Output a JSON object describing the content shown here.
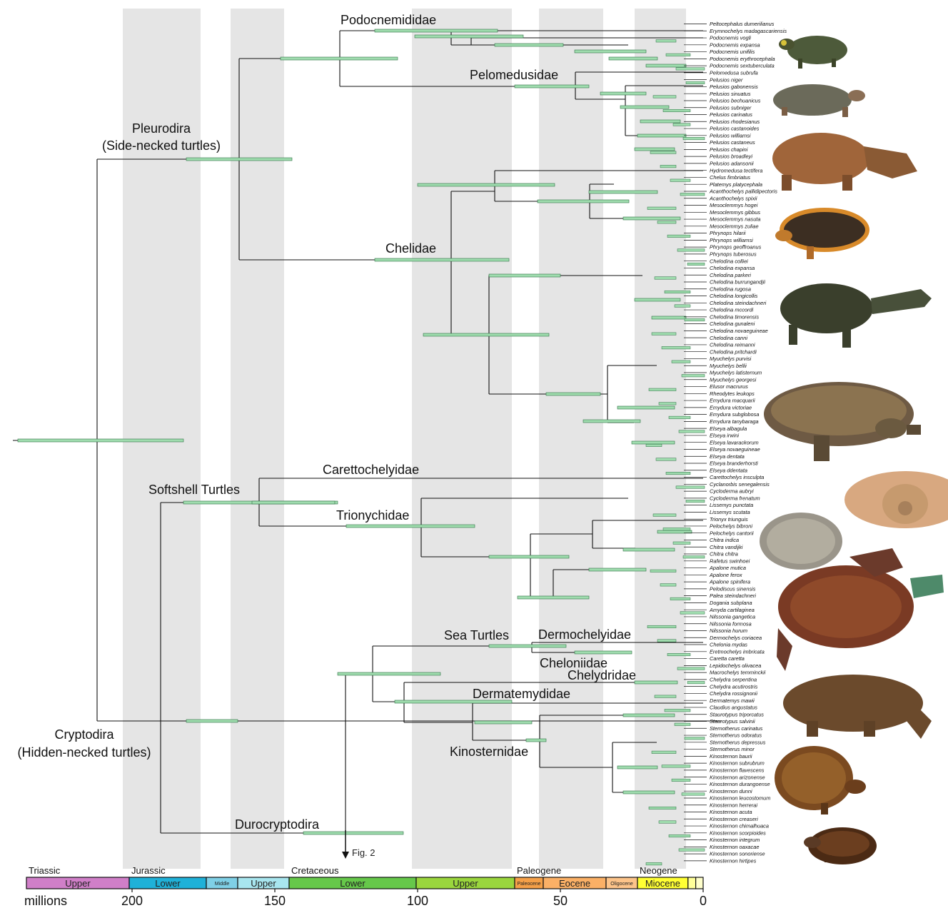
{
  "clade_labels": [
    {
      "key": "podocnemididae",
      "text": "Podocnemididae"
    },
    {
      "key": "pelomedusidae",
      "text": "Pelomedusidae"
    },
    {
      "key": "pleurodira",
      "text": "Pleurodira"
    },
    {
      "key": "pleurodira_sub",
      "text": "(Side-necked turtles)"
    },
    {
      "key": "chelidae",
      "text": "Chelidae"
    },
    {
      "key": "carettochelyidae",
      "text": "Carettochelyidae"
    },
    {
      "key": "softshell",
      "text": "Softshell Turtles"
    },
    {
      "key": "trionychidae",
      "text": "Trionychidae"
    },
    {
      "key": "seaturtles",
      "text": "Sea Turtles"
    },
    {
      "key": "dermochelyidae",
      "text": "Dermochelyidae"
    },
    {
      "key": "cheloniidae",
      "text": "Cheloniidae"
    },
    {
      "key": "chelydridae",
      "text": "Chelydridae"
    },
    {
      "key": "dermatemydidae",
      "text": "Dermatemydidae"
    },
    {
      "key": "cryptodira",
      "text": "Cryptodira"
    },
    {
      "key": "cryptodira_sub",
      "text": "(Hidden-necked turtles)"
    },
    {
      "key": "kinosternidae",
      "text": "Kinosternidae"
    },
    {
      "key": "durocryptodira",
      "text": "Durocryptodira"
    }
  ],
  "fig_ref": "Fig. 2",
  "axis_label": "millions",
  "axis_ticks": [
    200,
    150,
    100,
    50,
    0
  ],
  "periods": [
    "Triassic",
    "Jurassic",
    "Cretaceous",
    "Paleogene",
    "Neogene"
  ],
  "epochs": [
    {
      "label": "Upper",
      "color": "#d07fc8",
      "from": 237,
      "to": 201
    },
    {
      "label": "Lower",
      "color": "#1fb1d8",
      "from": 201,
      "to": 174
    },
    {
      "label": "Middle",
      "color": "#7fd0e6",
      "from": 174,
      "to": 163
    },
    {
      "label": "Upper",
      "color": "#a8e6ef",
      "from": 163,
      "to": 145
    },
    {
      "label": "Lower",
      "color": "#66c84a",
      "from": 145,
      "to": 100.5
    },
    {
      "label": "Upper",
      "color": "#9ad63d",
      "from": 100.5,
      "to": 66
    },
    {
      "label": "Paleocene",
      "color": "#f5a048",
      "from": 66,
      "to": 56
    },
    {
      "label": "Eocene",
      "color": "#fbb066",
      "from": 56,
      "to": 34
    },
    {
      "label": "Oligocene",
      "color": "#fdc48a",
      "from": 34,
      "to": 23
    },
    {
      "label": "Miocene",
      "color": "#ffff33",
      "from": 23,
      "to": 5.3
    },
    {
      "label": "",
      "color": "#ffff99",
      "from": 5.3,
      "to": 2.6
    },
    {
      "label": "",
      "color": "#ffffcc",
      "from": 2.6,
      "to": 0
    }
  ],
  "taxa": [
    "Peltocephalus dumerilianus",
    "Erymnochelys madagascariensis",
    "Podocnemis vogli",
    "Podocnemis expansa",
    "Podocnemis unifilis",
    "Podocnemis erythrocephala",
    "Podocnemis sextuberculata",
    "Pelomedusa subrufa",
    "Pelusios niger",
    "Pelusios gabonensis",
    "Pelusios sinuatus",
    "Pelusios bechuanicus",
    "Pelusios subniger",
    "Pelusios carinatus",
    "Pelusios rhodesianus",
    "Pelusios castanoides",
    "Pelusios williamsi",
    "Pelusios castaneus",
    "Pelusios chapini",
    "Pelusios broadleyi",
    "Pelusios adansonii",
    "Hydromedusa tectifera",
    "Chelus fimbriatus",
    "Platemys platycephala",
    "Acanthochelys pallidipectoris",
    "Acanthochelys spixii",
    "Mesoclemmys hogei",
    "Mesoclemmys gibbus",
    "Mesoclemmys nasuta",
    "Mesoclemmys zuliae",
    "Phrynops hilarii",
    "Phrynops williamsi",
    "Phrynops geoffroanus",
    "Phrynops tuberosus",
    "Chelodina colliei",
    "Chelodina expansa",
    "Chelodina parkeri",
    "Chelodina burrungandjii",
    "Chelodina rugosa",
    "Chelodina longicollis",
    "Chelodina steindachneri",
    "Chelodina mccordi",
    "Chelodina timorensis",
    "Chelodina gunaleni",
    "Chelodina novaeguineae",
    "Chelodina canni",
    "Chelodina reimanni",
    "Chelodina pritchardi",
    "Myuchelys purvisi",
    "Myuchelys bellii",
    "Myuchelys latisternum",
    "Myuchelys georgesi",
    "Elusor macrurus",
    "Rheodytes leukops",
    "Emydura macquarii",
    "Emydura victoriae",
    "Emydura subglobosa",
    "Emydura tanybaraga",
    "Elseya albagula",
    "Elseya irwini",
    "Elseya lavarackorum",
    "Elseya novaeguineae",
    "Elseya dentata",
    "Elseya branderhorsti",
    "Elseya ddentata",
    "Carettochelys insculpta",
    "Cyclanorbis senegalensis",
    "Cycloderma aubryi",
    "Cycloderma frenatum",
    "Lissemys punctata",
    "Lissemys scutata",
    "Trionyx triunguis",
    "Pelochelys bibroni",
    "Pelochelys cantorii",
    "Chitra indica",
    "Chitra vandijki",
    "Chitra chitra",
    "Rafetus swinhoei",
    "Apalone mutica",
    "Apalone ferox",
    "Apalone spinifera",
    "Pelodiscus sinensis",
    "Palea steindachneri",
    "Dogania subplana",
    "Amyda cartilaginea",
    "Nilssonia gangetica",
    "Nilssonia formosa",
    "Nilssonia hurum",
    "Dermochelys coriacea",
    "Chelonia mydas",
    "Eretmochelys imbricata",
    "Caretta caretta",
    "Lepidochelys olivacea",
    "Macrochelys temminckii",
    "Chelydra serpentina",
    "Chelydra acutirostris",
    "Chelydra rossignonii",
    "Dermatemys mawii",
    "Claudius angustatus",
    "Staurotypus triporcatus",
    "Staurotypus salvinii",
    "Sternotherus carinatus",
    "Sternotherus odoratus",
    "Sternotherus depressus",
    "Sternotherus minor",
    "Kinosternon baurii",
    "Kinosternon subrubrum",
    "Kinosternon flavescens",
    "Kinosternon arizonense",
    "Kinosternon durangoense",
    "Kinosternon dunni",
    "Kinosternon leucostomum",
    "Kinosternon herrerai",
    "Kinosternon acuta",
    "Kinosternon creaseri",
    "Kinosternon chimalhuaca",
    "Kinosternon scorpioides",
    "Kinosternon integrum",
    "Kinosternon oaxacae",
    "Kinosternon sonoriense",
    "Kinosternon hirtipes"
  ],
  "colors": {
    "bar_fill": "#9fdcae",
    "bar_stroke": "#2f6e45",
    "band": "#e5e5e5",
    "line": "#111111"
  }
}
